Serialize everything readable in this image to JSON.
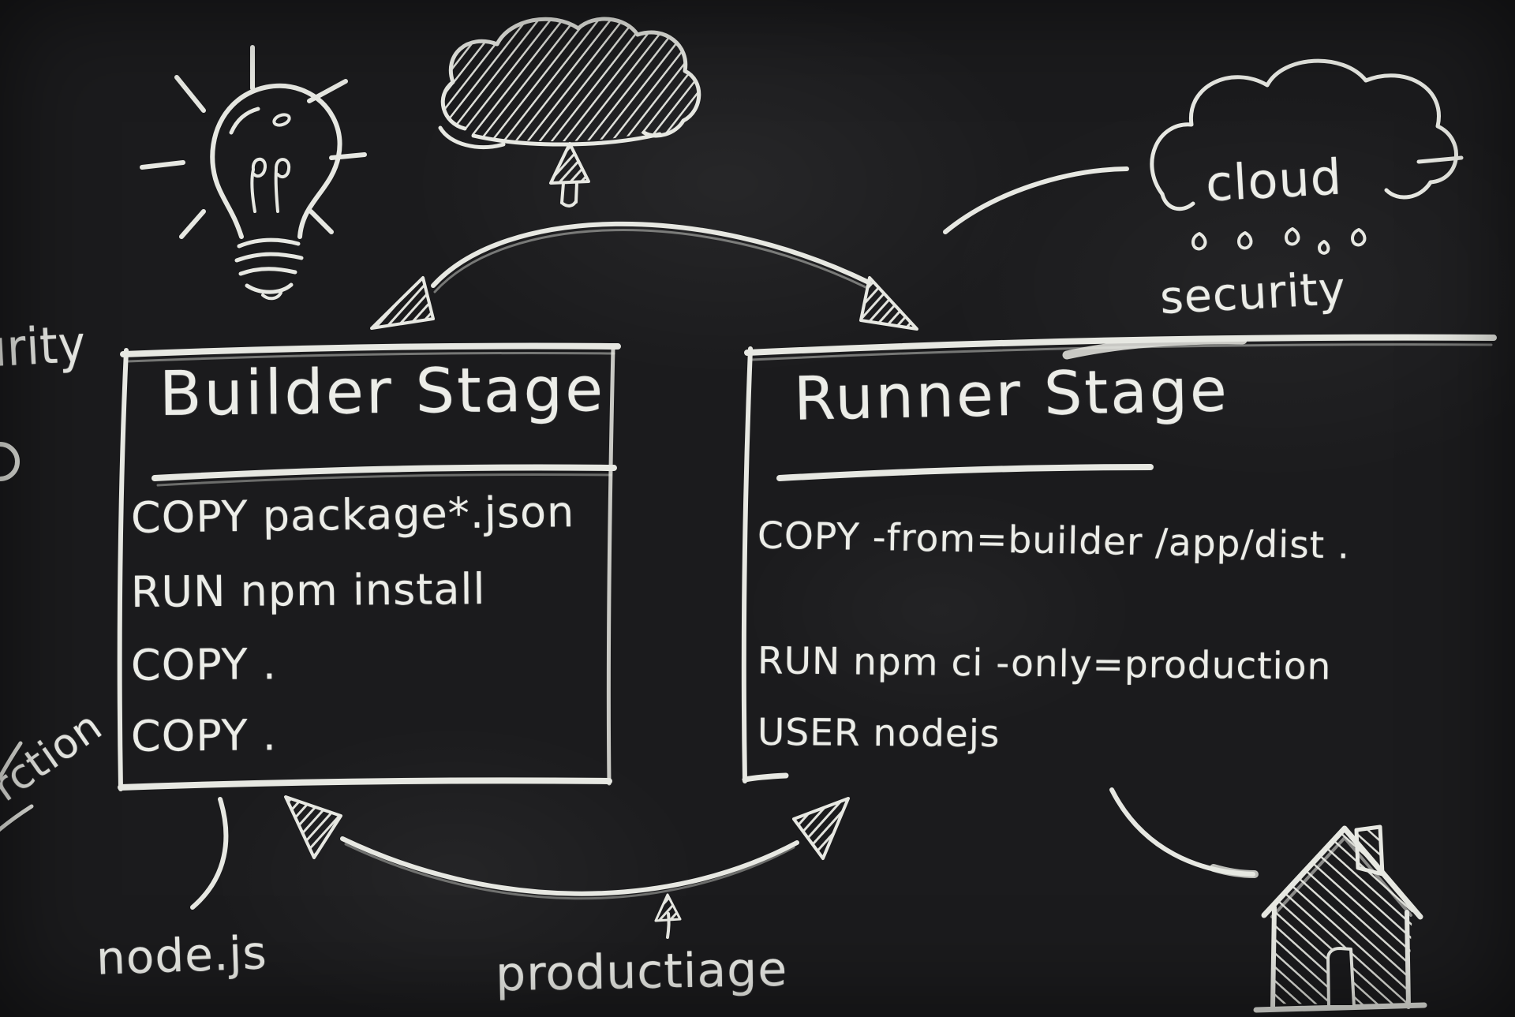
{
  "board": {
    "colors": {
      "background": "#1b1b1d",
      "chalk": "#e9eae5"
    },
    "builder": {
      "title": "Builder Stage",
      "lines": [
        "COPY package*.json",
        "RUN npm install",
        "COPY .",
        "COPY ."
      ]
    },
    "runner": {
      "title": "Runner Stage",
      "lines": [
        "COPY -from=builder /app/dist .",
        "RUN npm ci -only=production",
        "USER nodejs"
      ]
    },
    "cloud": {
      "word": "cloud",
      "security": "security"
    },
    "labels": {
      "node": "node.js",
      "production": "productiage"
    },
    "fragments": {
      "security_cut": "urity",
      "production_cut": "rction"
    },
    "icons": [
      "lightbulb-icon",
      "upload-cloud-icon",
      "up-arrow-icon",
      "cloud-security-icon",
      "raindrops-icon",
      "arrowhead-icon",
      "house-icon"
    ]
  }
}
